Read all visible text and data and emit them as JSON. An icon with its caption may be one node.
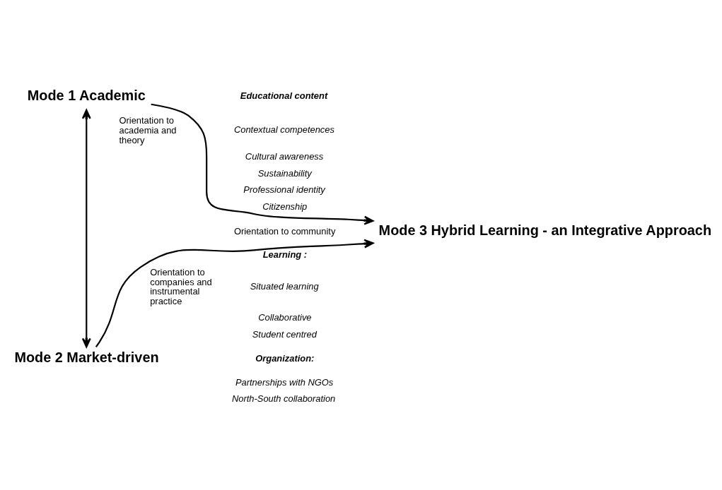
{
  "diagram": {
    "nodes": [
      {
        "text": [
          "Mode 1 Academic"
        ]
      },
      {
        "text": [
          "Mode 2 Market-driven"
        ]
      },
      {
        "text": [
          "Mode 3 Hybrid Learning - an Integrative Approach"
        ]
      }
    ],
    "edges": [
      {
        "from": 0,
        "to": 1,
        "arrow": "both"
      },
      {
        "from": 0,
        "to": 2,
        "arrow": "to"
      },
      {
        "from": 1,
        "to": 2,
        "arrow": "to"
      }
    ],
    "labels": [
      "Orientation to academia and theory",
      "Educational content",
      "Contextual competences",
      "Cultural awareness",
      "Sustainability",
      "Professional identity",
      "Citizenship",
      "Orientation to community",
      "Orientation to companies and instrumental practice",
      "Learning :",
      "Situated learning",
      "Collaborative",
      "Student centred",
      "Organization:",
      "Partnerships with NGOs",
      "North-South collaboration"
    ]
  }
}
